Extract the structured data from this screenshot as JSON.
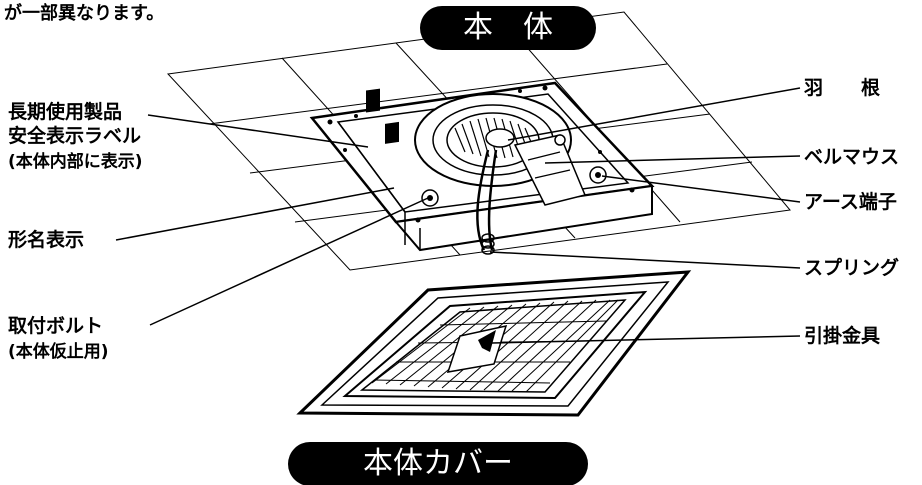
{
  "header_fragment": "が一部異なります。",
  "pill_main": "本　体",
  "pill_cover": "本体カバー",
  "labels": {
    "safety_label_line1": "長期使用製品",
    "safety_label_line2": "安全表示ラベル",
    "safety_label_line3": "(本体内部に表示)",
    "model_name": "形名表示",
    "mounting_bolt_line1": "取付ボルト",
    "mounting_bolt_line2": "(本体仮止用)",
    "blade": "羽　　根",
    "bellmouth": "ベルマウス",
    "earth_terminal": "アース端子",
    "spring": "スプリング",
    "hook_bracket": "引掛金具"
  }
}
